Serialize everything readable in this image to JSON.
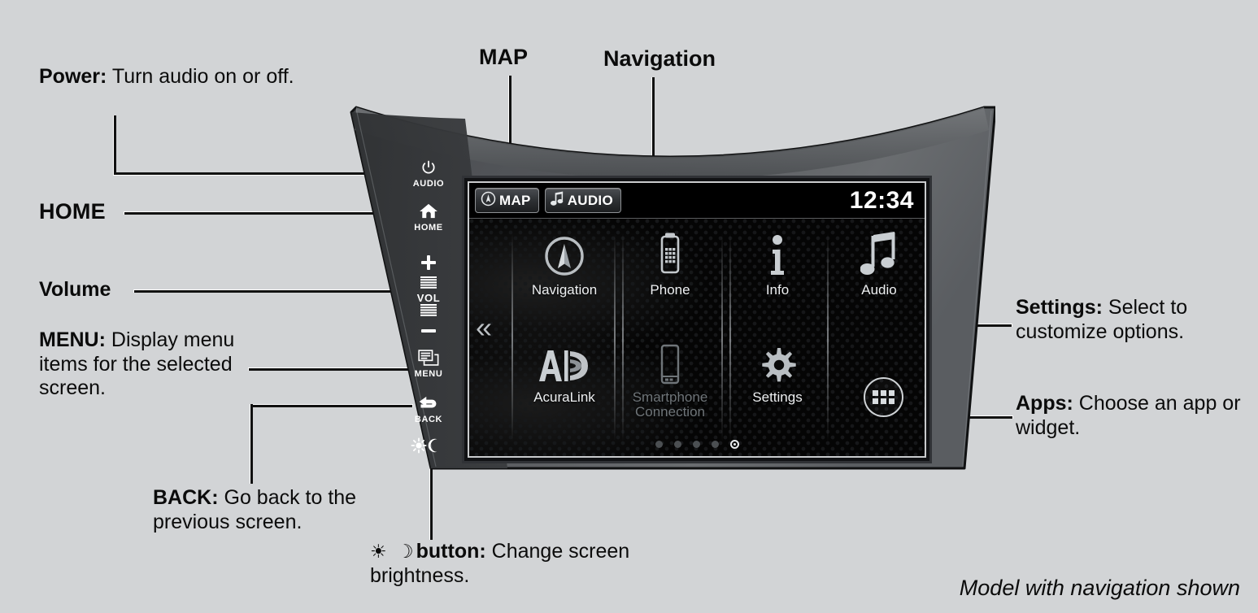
{
  "diagram": {
    "caption": "Model with navigation shown",
    "background_color": "#d2d4d6"
  },
  "callouts": {
    "power": {
      "term": "Power:",
      "text": " Turn audio on or off."
    },
    "home": {
      "term": "HOME",
      "text": ""
    },
    "volume": {
      "term": "Volume",
      "text": ""
    },
    "menu": {
      "term": "MENU:",
      "text": " Display menu items for the selected screen."
    },
    "back": {
      "term": "BACK:",
      "text": " Go back to the previous screen."
    },
    "brightness": {
      "glyphs": "☀ ☽",
      "term": "button:",
      "text": " Change screen brightness."
    },
    "map": {
      "term": "MAP",
      "text": ""
    },
    "navigation": {
      "term": "Navigation",
      "text": ""
    },
    "settings": {
      "term": "Settings:",
      "text": " Select to customize options."
    },
    "apps": {
      "term": "Apps:",
      "text": " Choose an app or widget."
    }
  },
  "hard_buttons": [
    {
      "id": "power",
      "label": "AUDIO",
      "icon": "power-icon"
    },
    {
      "id": "home",
      "label": "HOME",
      "icon": "home-icon"
    },
    {
      "id": "volume-up",
      "label": "",
      "icon": "plus-icon"
    },
    {
      "id": "volume",
      "label": "VOL",
      "icon": "volume-knurl-icon"
    },
    {
      "id": "volume-down",
      "label": "",
      "icon": "minus-icon"
    },
    {
      "id": "menu",
      "label": "MENU",
      "icon": "menu-icon"
    },
    {
      "id": "back",
      "label": "BACK",
      "icon": "back-arrow-icon"
    },
    {
      "id": "brightness",
      "label": "",
      "icon": "sun-moon-icon"
    }
  ],
  "screen": {
    "status_bar": {
      "tabs": [
        {
          "id": "map",
          "label": "MAP",
          "icon": "compass-icon"
        },
        {
          "id": "audio",
          "label": "AUDIO",
          "icon": "music-note-icon"
        }
      ],
      "clock": "12:34"
    },
    "scroll_hint": "«",
    "tiles": [
      {
        "id": "navigation",
        "label": "Navigation",
        "icon": "compass-icon",
        "enabled": true
      },
      {
        "id": "phone",
        "label": "Phone",
        "icon": "phone-icon",
        "enabled": true
      },
      {
        "id": "info",
        "label": "Info",
        "icon": "info-icon",
        "enabled": true
      },
      {
        "id": "audio",
        "label": "Audio",
        "icon": "music-note-icon",
        "enabled": true
      },
      {
        "id": "acuralink",
        "label": "AcuraLink",
        "icon": "acuralink-icon",
        "enabled": true
      },
      {
        "id": "smartphone-connection",
        "label": "Smartphone\nConnection",
        "icon": "smartphone-icon",
        "enabled": false
      },
      {
        "id": "settings",
        "label": "Settings",
        "icon": "gear-icon",
        "enabled": true
      }
    ],
    "apps_button": {
      "id": "apps",
      "icon": "apps-grid-icon"
    },
    "page_indicator": {
      "total": 5,
      "active": 5
    }
  },
  "colors": {
    "background": "#d2d4d6",
    "bezel_light": "#6e7174",
    "bezel_dark": "#2a2c2e",
    "screen_black": "#050505",
    "text_light": "#eef0f2",
    "text_dim": "#6f7579"
  }
}
